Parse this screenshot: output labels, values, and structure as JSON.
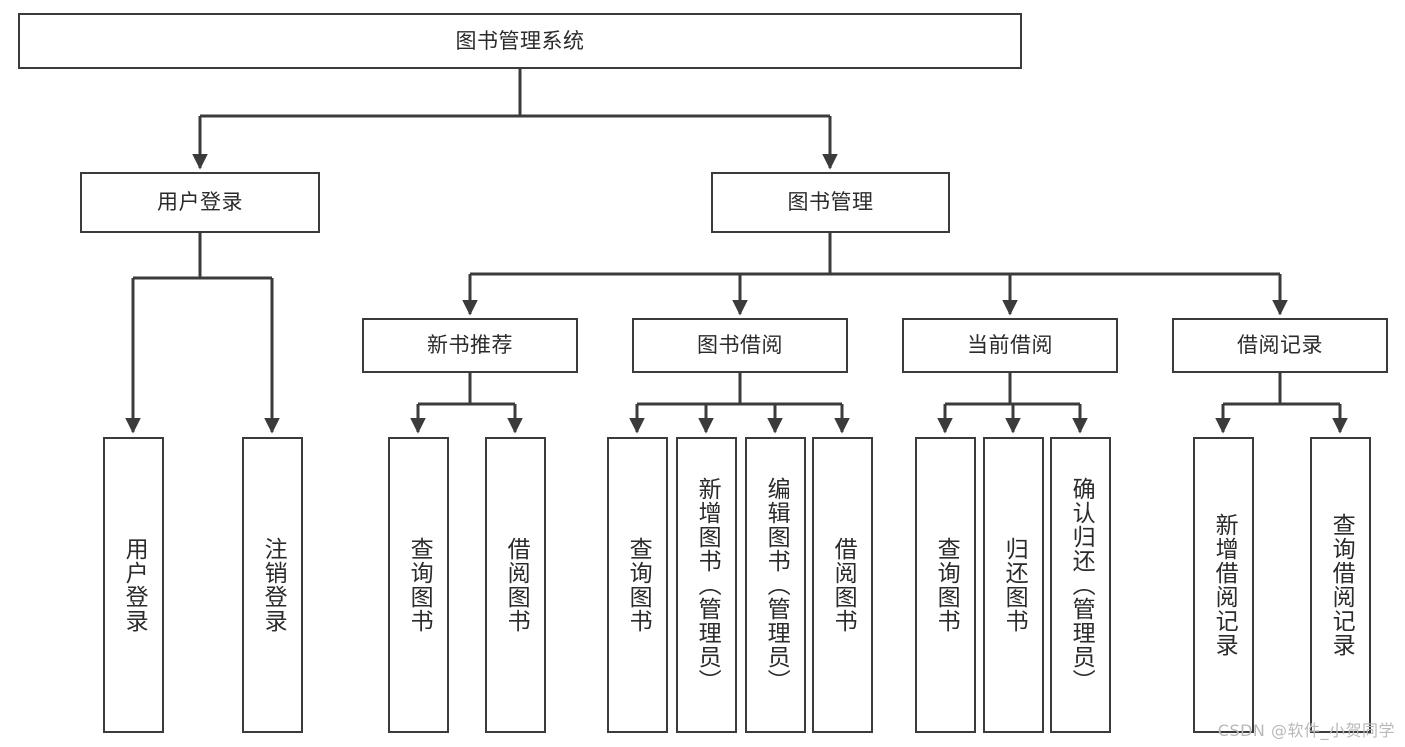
{
  "diagram": {
    "type": "tree-hierarchy-chart",
    "title": "图书管理系统",
    "stroke_color": "#3b3b3b",
    "fill_color": "#ffffff",
    "text_color": "#2b2b2b",
    "background": "#ffffff"
  },
  "nodes": {
    "root": {
      "label": "图书管理系统"
    },
    "level2": [
      {
        "label": "用户登录"
      },
      {
        "label": "图书管理"
      }
    ],
    "level3": [
      {
        "label": "新书推荐"
      },
      {
        "label": "图书借阅"
      },
      {
        "label": "当前借阅"
      },
      {
        "label": "借阅记录"
      }
    ],
    "leaves": [
      {
        "label": "用户登录",
        "parent": "用户登录"
      },
      {
        "label": "注销登录",
        "parent": "用户登录"
      },
      {
        "label": "查询图书",
        "parent": "新书推荐"
      },
      {
        "label": "借阅图书",
        "parent": "新书推荐"
      },
      {
        "label": "查询图书",
        "parent": "图书借阅"
      },
      {
        "label": "新增图书（管理员）",
        "parent": "图书借阅"
      },
      {
        "label": "编辑图书（管理员）",
        "parent": "图书借阅"
      },
      {
        "label": "借阅图书",
        "parent": "图书借阅"
      },
      {
        "label": "查询图书",
        "parent": "当前借阅"
      },
      {
        "label": "归还图书",
        "parent": "当前借阅"
      },
      {
        "label": "确认归还（管理员）",
        "parent": "当前借阅"
      },
      {
        "label": "新增借阅记录",
        "parent": "借阅记录"
      },
      {
        "label": "查询借阅记录",
        "parent": "借阅记录"
      }
    ]
  },
  "watermark": {
    "text": "CSDN @软件_小贺同学"
  }
}
